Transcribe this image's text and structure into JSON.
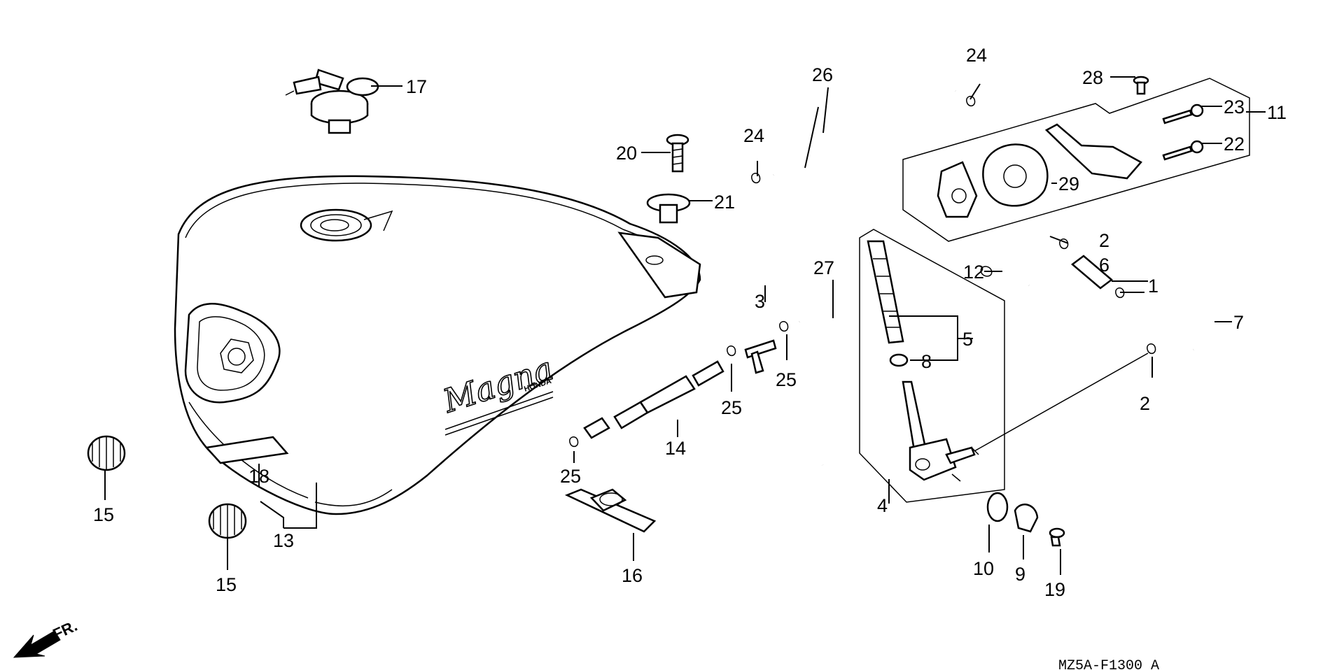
{
  "labels": {
    "p1": "1",
    "p2a": "2",
    "p2b": "2",
    "p3": "3",
    "p4": "4",
    "p5": "5",
    "p6": "6",
    "p7": "7",
    "p8": "8",
    "p9": "9",
    "p10": "10",
    "p11": "11",
    "p12": "12",
    "p13": "13",
    "p14": "14",
    "p15a": "15",
    "p15b": "15",
    "p16": "16",
    "p17": "17",
    "p18": "18",
    "p19": "19",
    "p20": "20",
    "p21": "21",
    "p22": "22",
    "p23": "23",
    "p24a": "24",
    "p24b": "24",
    "p25a": "25",
    "p25b": "25",
    "p25c": "25",
    "p26": "26",
    "p27": "27",
    "p28": "28",
    "p29": "29"
  },
  "direction_marker": "FR.",
  "tank_logo": "Magna",
  "tank_brand": "HONDA",
  "diagram_code": "MZ5A-F1300 A"
}
